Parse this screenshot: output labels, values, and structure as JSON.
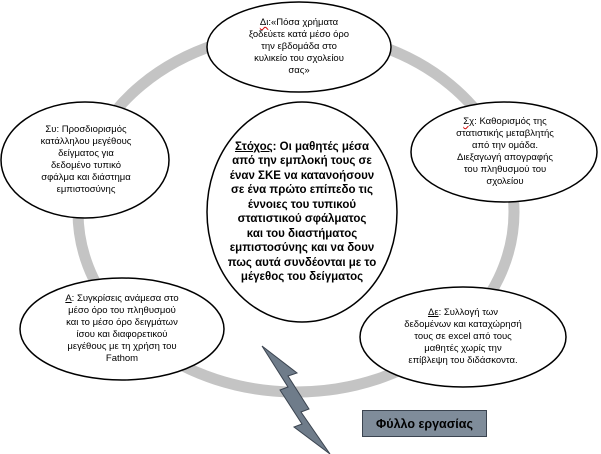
{
  "nodes": {
    "top": {
      "label": "Δι",
      "lines": [
        "«Πόσα χρήματα",
        "ξοδεύετε κατά μέσο όρο",
        "την  εβδομάδα στο",
        "κυλικείο του σχολείου",
        "σας»"
      ]
    },
    "right": {
      "label": "Σχ",
      "lines": [
        "Καθορισμός της",
        "στατιστικής μεταβλητής",
        "από την ομάδα.",
        "Διεξαγωγή απογραφής",
        "του πληθυσμού του",
        "σχολείου"
      ]
    },
    "left": {
      "label": "Συ",
      "lines": [
        "Προσδιορισμός",
        "κατάλληλου μεγέθους",
        "δείγματος  για",
        "δεδομένο τυπικό",
        "σφάλμα και διάστημα",
        "εμπιστοσύνης"
      ]
    },
    "bottom_left": {
      "label": "Α",
      "lines": [
        "Συγκρίσεις ανάμεσα στο",
        "μέσο όρο του πληθυσμού",
        "και το μέσο όρο δειγμάτων",
        "ίσου και διαφορετικού",
        "μεγέθους με τη χρήση του",
        "Fathom"
      ]
    },
    "bottom_right": {
      "label": "Δε",
      "lines": [
        "Συλλογή των",
        "δεδομένων και καταχώρησή",
        "τους σε excel από τους",
        "μαθητές χωρίς την",
        "επίβλεψη του διδάσκοντα."
      ]
    },
    "center": {
      "label": "Στόχος",
      "lines": [
        "Οι μαθητές μέσα",
        "από την εμπλοκή τους σε",
        "έναν ΣΚΕ να κατανοήσουν",
        "σε ένα πρώτο επίπεδο τις",
        "έννοιες του τυπικού",
        "στατιστικού σφάλματος",
        "και του διαστήματος",
        "εμπιστοσύνης και να δουν",
        "πως αυτά συνδέονται με το",
        "μέγεθος του δείγματος"
      ]
    }
  },
  "worksheet_label": "Φύλλο εργασίας",
  "colors": {
    "ring": "#c4c4c4",
    "node_border": "#000000",
    "node_fill": "#ffffff",
    "badge_fill": "#7f8c9a",
    "bolt_fill": "#6f7c8a"
  }
}
